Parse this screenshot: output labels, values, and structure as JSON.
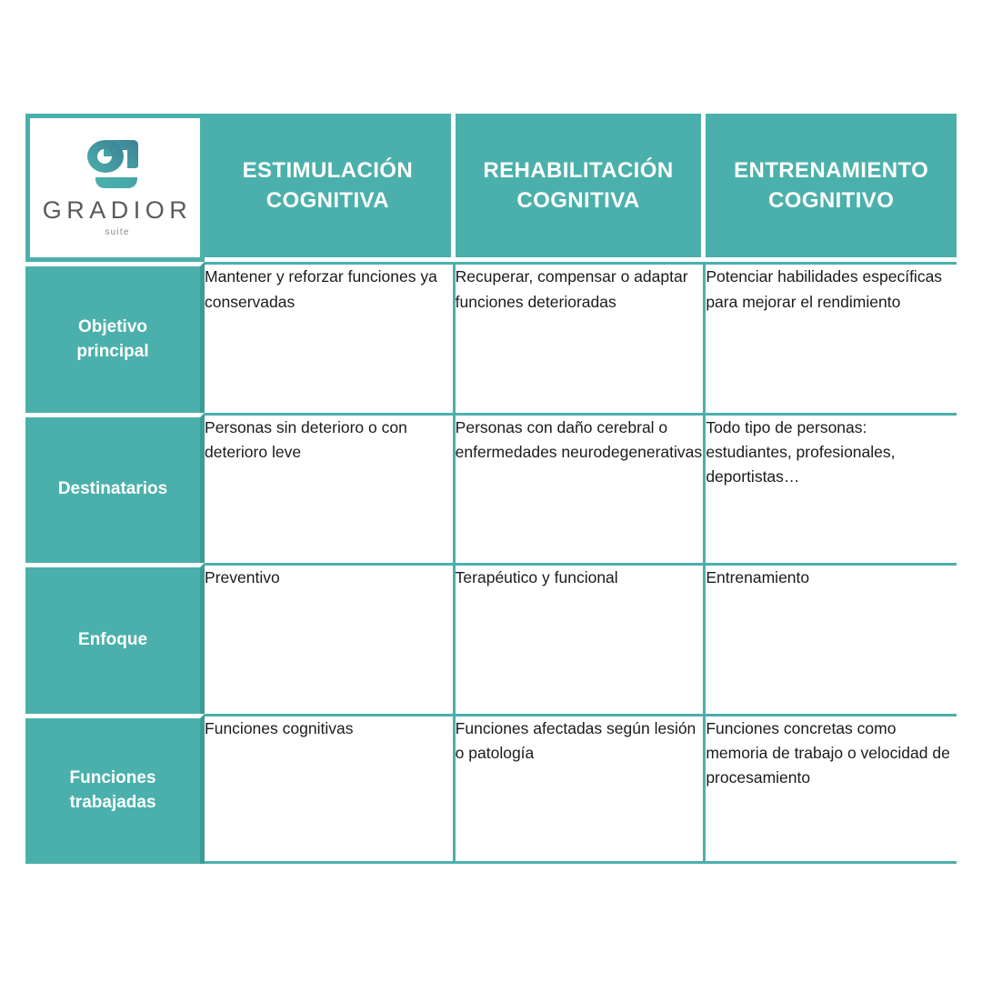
{
  "brand": {
    "logo_icon": "gradior-g-logo-icon",
    "name": "GRADIOR",
    "tagline": "suite",
    "accent_color": "#4bb0ab",
    "logo_gradient_from": "#4bb0ab",
    "logo_gradient_to": "#3b7f95"
  },
  "table": {
    "columns": [
      "ESTIMULACIÓN COGNITIVA",
      "REHABILITACIÓN COGNITIVA",
      "ENTRENAMIENTO COGNITIVO"
    ],
    "columns_lines": [
      {
        "line1": "ESTIMULACIÓN",
        "line2": "COGNITIVA"
      },
      {
        "line1": "REHABILITACIÓN",
        "line2": "COGNITIVA"
      },
      {
        "line1": "ENTRENAMIENTO",
        "line2": "COGNITIVO"
      }
    ],
    "rows": [
      {
        "label": "Objetivo principal",
        "label_lines": {
          "line1": "Objetivo",
          "line2": "principal"
        },
        "cells": [
          "Mantener y reforzar funciones ya conservadas",
          "Recuperar, compensar o adaptar funciones deterioradas",
          "Potenciar habilidades específicas para mejorar el rendimiento"
        ]
      },
      {
        "label": "Destinatarios",
        "label_lines": {
          "line1": "Destinatarios",
          "line2": ""
        },
        "cells": [
          "Personas sin deterioro o con deterioro leve",
          "Personas con daño cerebral o enfermedades neurodegenerativas",
          "Todo tipo de personas: estudiantes, profesionales, deportistas…"
        ]
      },
      {
        "label": "Enfoque",
        "label_lines": {
          "line1": "Enfoque",
          "line2": ""
        },
        "cells": [
          "Preventivo",
          "Terapéutico y funcional",
          "Entrenamiento"
        ]
      },
      {
        "label": "Funciones trabajadas",
        "label_lines": {
          "line1": "Funciones",
          "line2": "trabajadas"
        },
        "cells": [
          "Funciones cognitivas",
          "Funciones afectadas según lesión o patología",
          "Funciones concretas como memoria de trabajo o velocidad de procesamiento"
        ]
      }
    ]
  }
}
